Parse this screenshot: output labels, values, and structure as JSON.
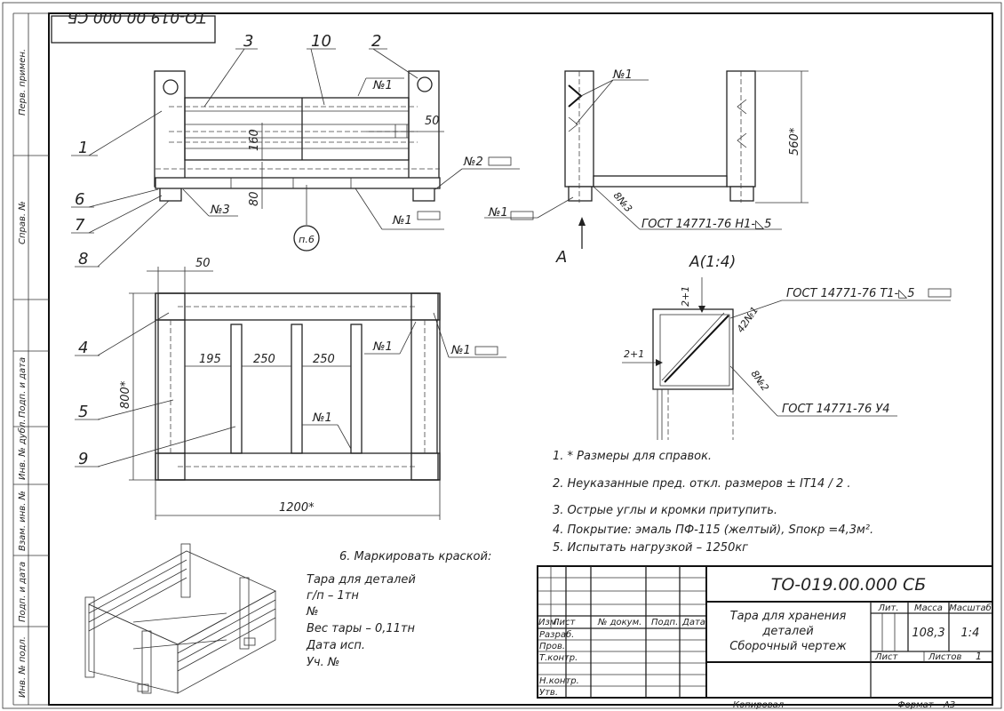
{
  "drawing": {
    "designation": "ТО-019.00.000 СБ",
    "designation_rotated": "ТО-019.00.000 СБ",
    "sheet_format_label": "Формат",
    "sheet_format_value": "А3",
    "copied_label": "Копировал"
  },
  "side_strip": {
    "perv_primen": "Перв. примен.",
    "sprav_no": "Справ. №",
    "podp_data_1": "Подп. и дата",
    "inv_dubl": "Инв. № дубл.",
    "vzam_inv": "Взам. инв. №",
    "podp_data_2": "Подп. и дата",
    "inv_podl": "Инв. № подл."
  },
  "front_view": {
    "callouts": [
      "1",
      "2",
      "3",
      "6",
      "7",
      "8",
      "10"
    ],
    "dims": {
      "d50": "50",
      "d160": "160",
      "d80": "80"
    },
    "weld_labels": {
      "w_top": "№1",
      "w_2": "№2",
      "w_3": "№3",
      "w_bottom": "№1"
    },
    "note_circle": "п.6"
  },
  "side_view": {
    "dim_560": "560*",
    "weld_top": "№1",
    "weld_left": "№1",
    "weld_diag": "8№3",
    "gost": "ГОСТ 14771-76 Н1-◺5",
    "view_arrow_label": "А"
  },
  "plan_view": {
    "callouts": [
      "4",
      "5",
      "9"
    ],
    "dims": {
      "d50": "50",
      "d195": "195",
      "d250a": "250",
      "d250b": "250",
      "d800": "800*",
      "d1200": "1200*"
    },
    "weld_labels": {
      "w_inner": "№1",
      "w_outer": "№1",
      "w_bottom": "№1"
    }
  },
  "detail_view": {
    "title": "А(1:4)",
    "gost_t1": "ГОСТ 14771-76 Т1-◺5",
    "gost_u4": "ГОСТ 14771-76 У4",
    "tol_top": "2+1",
    "tol_left": "2+1",
    "weld_42": "42№1",
    "weld_8": "8№2"
  },
  "notes": [
    "1.  * Размеры для справок.",
    "2.  Неуказанные пред. откл. размеров  ±  IT14 / 2 .",
    "3.  Острые углы и кромки притупить.",
    "4.  Покрытие: эмаль ПФ-115 (желтый), Sпокр =4,3м².",
    "5.  Испытать нагрузкой – 1250кг"
  ],
  "marking": {
    "title": "6.  Маркировать краской:",
    "lines": [
      "Тара для деталей",
      "г/п – 1тн",
      "№",
      "Вес тары – 0,11тн",
      "Дата исп.",
      "Уч. №"
    ]
  },
  "title_block": {
    "columns": [
      "Изм.",
      "Лист",
      "№ докум.",
      "Подп.",
      "Дата"
    ],
    "rows": [
      "Разраб.",
      "Пров.",
      "Т.контр.",
      "",
      "Н.контр.",
      "Утв."
    ],
    "name_lines": [
      "Тара для хранения",
      "деталей",
      "Сборочный чертеж"
    ],
    "lit_label": "Лит.",
    "mass_label": "Масса",
    "scale_label": "Масштаб",
    "mass_value": "108,3",
    "scale_value": "1:4",
    "sheet_label": "Лист",
    "sheets_label": "Листов",
    "sheets_value": "1"
  }
}
